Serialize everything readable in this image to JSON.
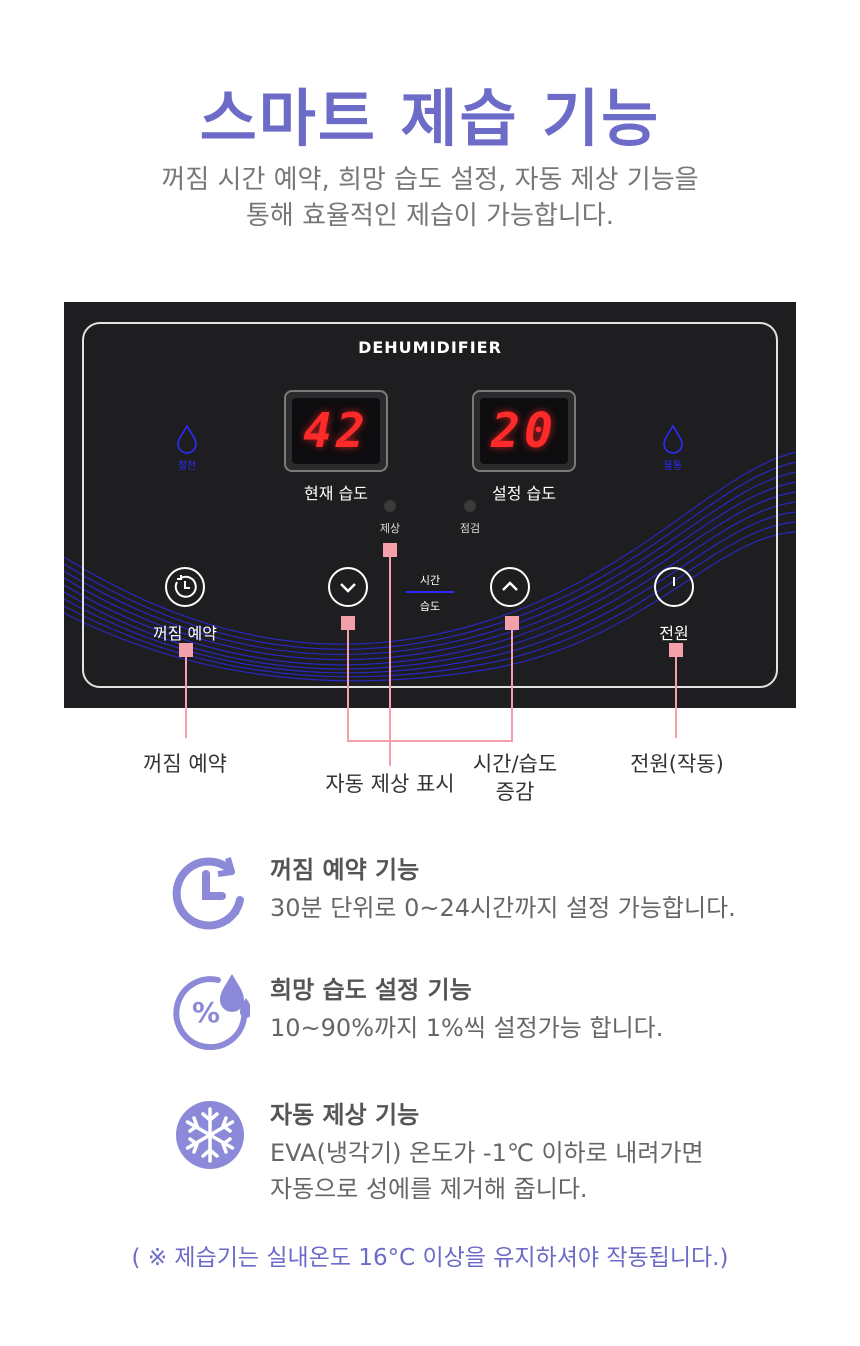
{
  "header": {
    "title": "스마트 제습 기능",
    "subtitle_line1": "꺼짐 시간 예약, 희망 습도 설정, 자동 제상 기능을",
    "subtitle_line2": "통해 효율적인 제습이 가능합니다."
  },
  "panel": {
    "brand": "DEHUMIDIFIER",
    "current_humidity": {
      "value": "42",
      "label": "현재 습도"
    },
    "set_humidity": {
      "value": "20",
      "label": "설정 습도"
    },
    "leds": {
      "defrost": "제상",
      "check": "점검"
    },
    "buttons": {
      "timer": "꺼짐 예약",
      "power": "전원",
      "mode_time": "시간",
      "mode_humidity": "습도"
    },
    "drops": {
      "left": "절전",
      "right": "물통"
    }
  },
  "callouts": {
    "timer": "꺼짐 예약",
    "defrost": "자동 제상 표시",
    "adjust_line1": "시간/습도",
    "adjust_line2": "증감",
    "power": "전원(작동)"
  },
  "features": [
    {
      "heading": "꺼짐 예약 기능",
      "desc": [
        "30분 단위로 0~24시간까지 설정 가능합니다."
      ],
      "icon": "timer-icon"
    },
    {
      "heading": "희망 습도 설정 기능",
      "desc": [
        "10~90%까지 1%씩 설정가능 합니다."
      ],
      "icon": "humidity-percent-icon"
    },
    {
      "heading": "자동 제상 기능",
      "desc": [
        "EVA(냉각기) 온도가 -1℃ 이하로 내려가면",
        "자동으로 성에를 제거해 줍니다."
      ],
      "icon": "snowflake-icon"
    }
  ],
  "note": "( ※ 제습기는 실내온도 16°C 이상을 유지하셔야 작동됩니다.)",
  "colors": {
    "accent": "#6c6bc8",
    "marker": "#f4a0aa",
    "digit": "#ff2a2a"
  }
}
